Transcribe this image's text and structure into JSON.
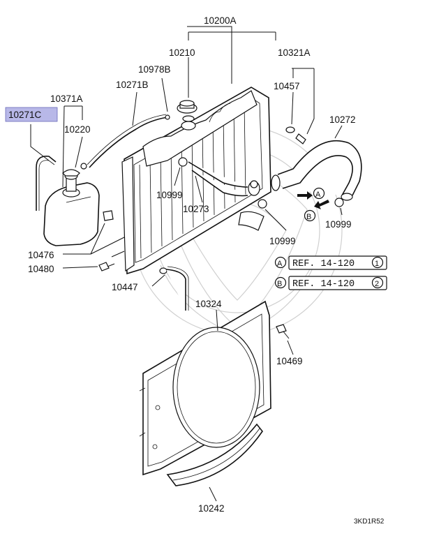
{
  "diagram": {
    "labels": {
      "p10200A": "10200A",
      "p10210": "10210",
      "p10321A": "10321A",
      "p10978B": "10978B",
      "p10271B": "10271B",
      "p10457": "10457",
      "p10371A": "10371A",
      "p10271C": "10271C",
      "p10220": "10220",
      "p10272": "10272",
      "p10999a": "10999",
      "p10999b": "10999",
      "p10999c": "10999",
      "p10273": "10273",
      "p10476": "10476",
      "p10480": "10480",
      "p10447": "10447",
      "p10324": "10324",
      "p10469": "10469",
      "p10242": "10242"
    },
    "refs": {
      "a_letter": "A",
      "a_text": "REF. 14-120",
      "a_num": "1",
      "b_letter": "B",
      "b_text": "REF. 14-120",
      "b_num": "2"
    },
    "arrows": {
      "a": "A",
      "b": "B"
    },
    "footer_code": "3KD1R52",
    "highlight_color": "#b8b8e8"
  }
}
